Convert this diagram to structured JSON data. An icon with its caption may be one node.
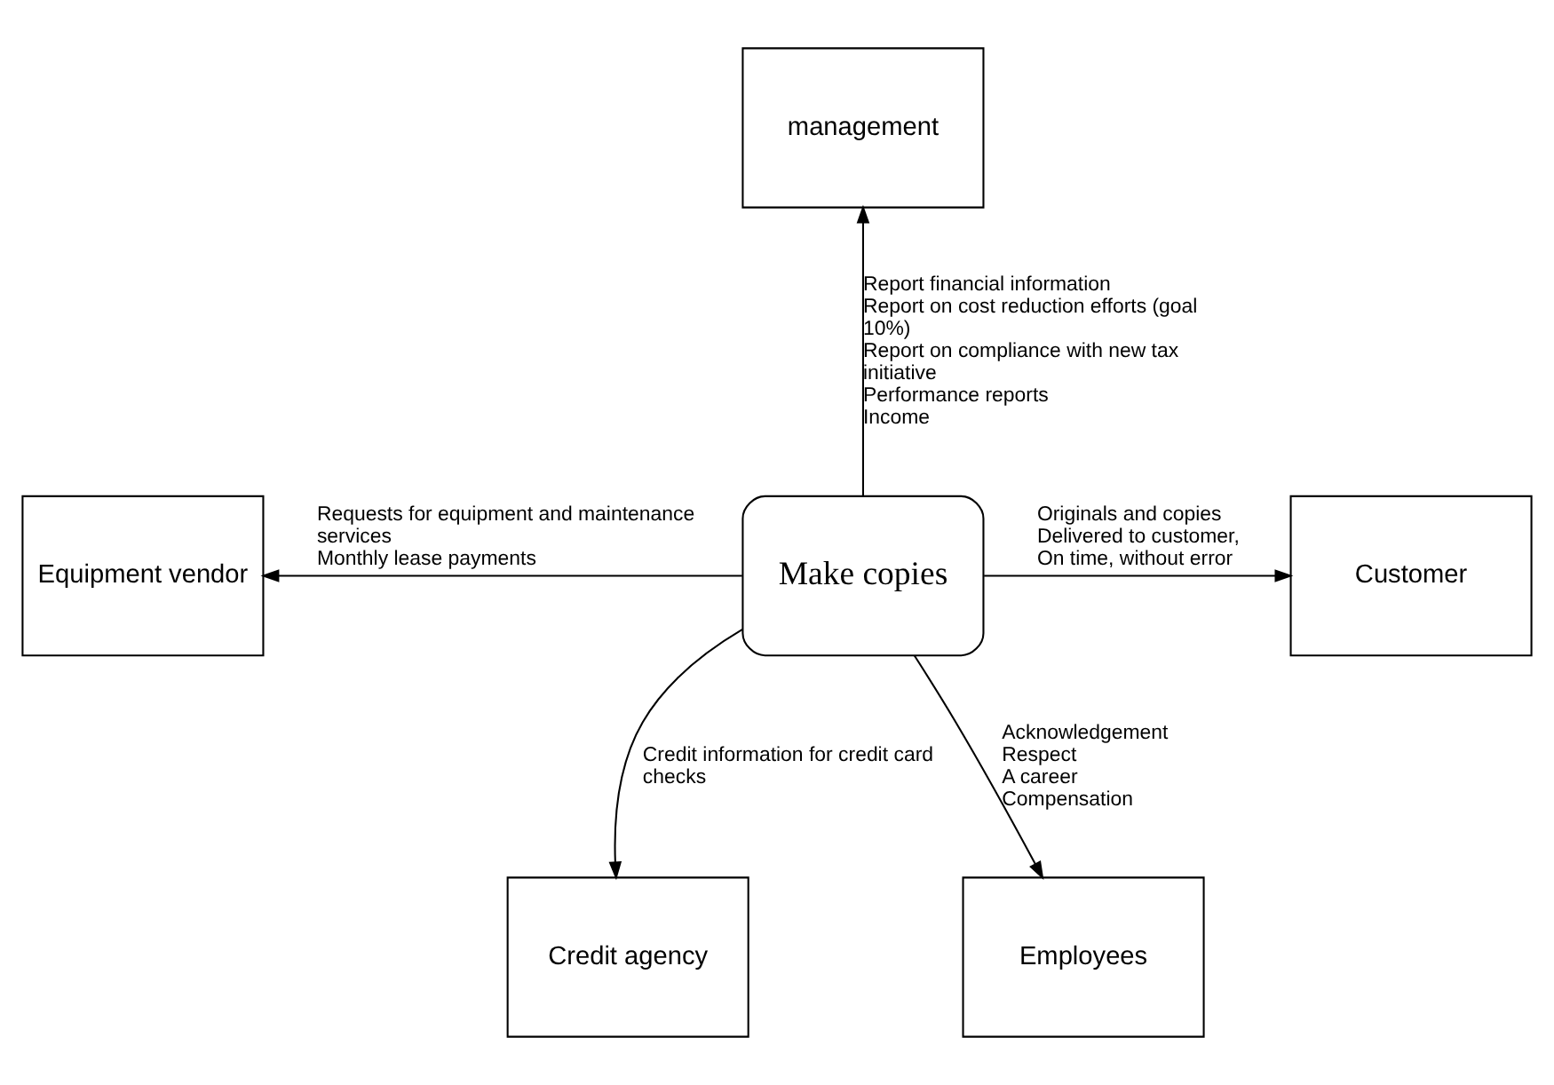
{
  "diagram": {
    "nodes": [
      {
        "text": [
          "management"
        ]
      },
      {
        "text": [
          "Equipment vendor"
        ]
      },
      {
        "text": [
          "Make copies"
        ]
      },
      {
        "text": [
          "Customer"
        ]
      },
      {
        "text": [
          "Credit agency"
        ]
      },
      {
        "text": [
          "Employees"
        ]
      }
    ],
    "edges": [
      {
        "from": 2,
        "to": 0,
        "arrow": "to",
        "label": [
          "Report financial information",
          "Report on cost reduction efforts (goal  10%)",
          "Report on compliance with new tax initiative",
          "Performance reports",
          "Income"
        ]
      },
      {
        "from": 2,
        "to": 1,
        "arrow": "to",
        "label": [
          "Requests for equipment and maintenance services",
          "Monthly lease payments"
        ]
      },
      {
        "from": 2,
        "to": 3,
        "arrow": "to",
        "label": [
          "Originals and copies",
          "Delivered to customer,",
          "On time, without error"
        ]
      },
      {
        "from": 2,
        "to": 4,
        "arrow": "to",
        "label": [
          "Credit information for credit card checks"
        ]
      },
      {
        "from": 2,
        "to": 5,
        "arrow": "to",
        "label": [
          "Acknowledgement",
          "Respect",
          "A career",
          "Compensation"
        ]
      }
    ]
  }
}
